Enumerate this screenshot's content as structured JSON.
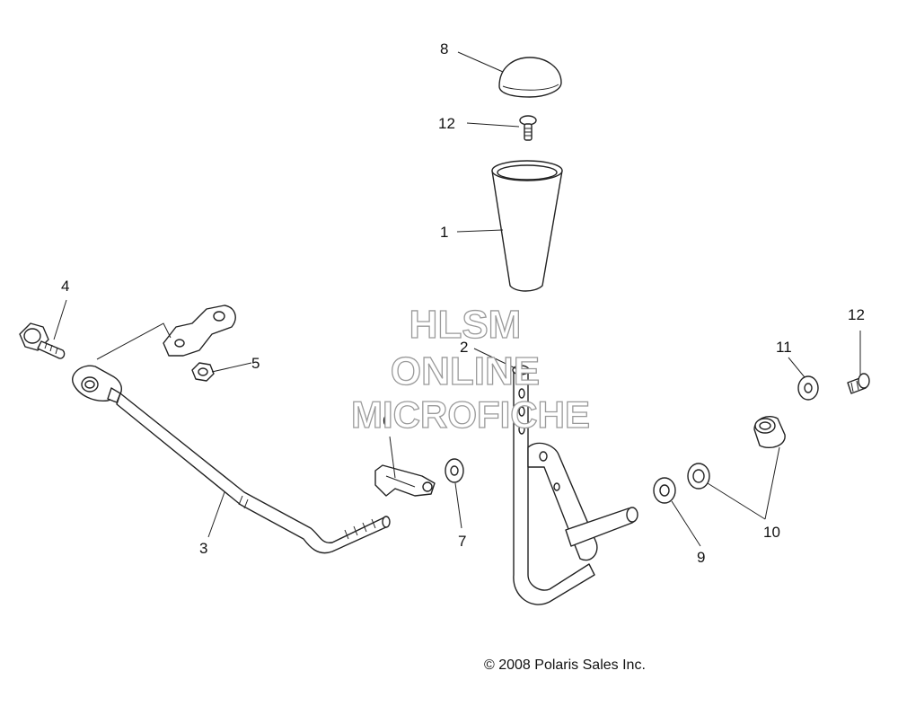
{
  "callouts": {
    "c1": "1",
    "c2": "2",
    "c3": "3",
    "c4": "4",
    "c5": "5",
    "c6": "6",
    "c7": "7",
    "c8": "8",
    "c9": "9",
    "c10": "10",
    "c11": "11",
    "c12a": "12",
    "c12b": "12"
  },
  "watermark": {
    "line1": "HLSM",
    "line2": "ONLINE",
    "line3": "MICROFICHE"
  },
  "copyright": "© 2008 Polaris Sales Inc."
}
